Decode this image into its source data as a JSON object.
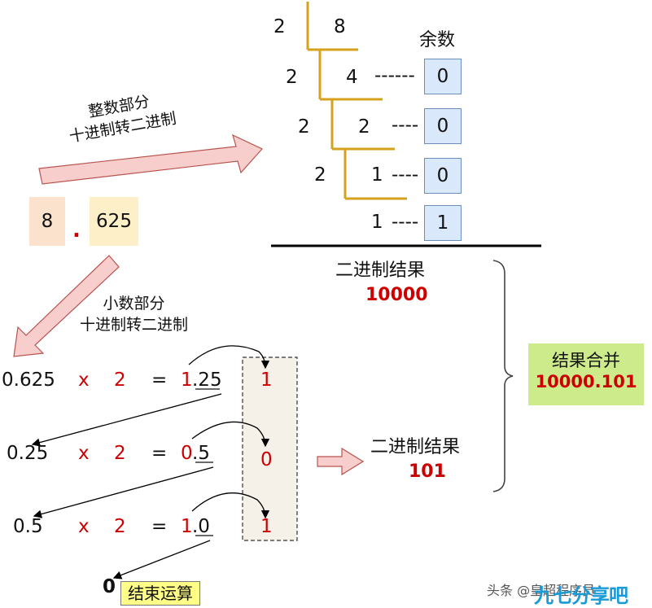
{
  "integer_division": {
    "title": "余数",
    "divisors": [
      "2",
      "2",
      "2",
      "2"
    ],
    "dividends": [
      "8",
      "4",
      "2",
      "1",
      "1"
    ],
    "dashes": [
      "------",
      "----",
      "----",
      "----"
    ],
    "remainders": [
      "0",
      "0",
      "0",
      "1"
    ]
  },
  "arrows": {
    "integer_label_line1": "整数部分",
    "integer_label_line2": "十进制转二进制",
    "fraction_label_line1": "小数部分",
    "fraction_label_line2": "十进制转二进制"
  },
  "input": {
    "integer": "8",
    "dot": ".",
    "fraction": "625"
  },
  "integer_result": {
    "label": "二进制结果",
    "value": "10000"
  },
  "fraction_result": {
    "label": "二进制结果",
    "value": "101"
  },
  "combined": {
    "label": "结果合并",
    "value": "10000.101"
  },
  "fraction_steps": [
    {
      "value": "0.625",
      "times": "x",
      "factor": "2",
      "eq": "=",
      "int": "1",
      "rest": ".25",
      "bit": "1"
    },
    {
      "value": "0.25",
      "times": "x",
      "factor": "2",
      "eq": "=",
      "int": "0",
      "rest": ".5",
      "bit": "0"
    },
    {
      "value": "0.5",
      "times": "x",
      "factor": "2",
      "eq": "=",
      "int": "1",
      "rest": ".0",
      "bit": "1"
    }
  ],
  "end": {
    "zero": "0",
    "label": "结束运算"
  },
  "watermark": "头条 @皇超程序员",
  "logo_text": "九七分享吧",
  "colors": {
    "accent_red": "#cc0000",
    "gold_line": "#d6a21e",
    "pink_arrow": "#f8cecc",
    "result_green": "#cdeb8b"
  }
}
